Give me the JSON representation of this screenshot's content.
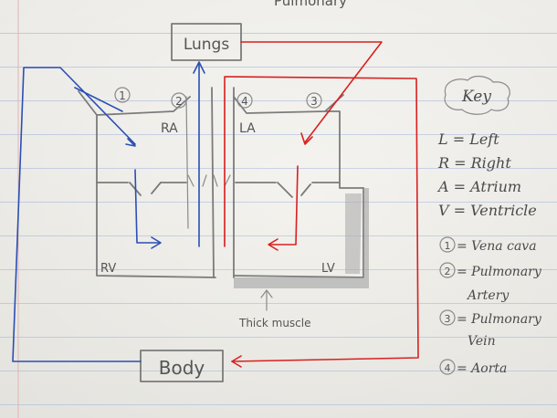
{
  "diagram": {
    "top_label_partial": "Pulmonary",
    "boxes": {
      "lungs": "Lungs",
      "body": "Body"
    },
    "chambers": {
      "ra": "RA",
      "la": "LA",
      "rv": "RV",
      "lv": "LV"
    },
    "vessel_numbers": [
      "1",
      "2",
      "4",
      "3"
    ],
    "annotation": "Thick muscle",
    "key": {
      "title": "Key",
      "entries": [
        "L = Left",
        "R = Right",
        "A = Atrium",
        "V = Ventricle"
      ],
      "vessels": [
        {
          "num": "1",
          "text": "= Vena cava"
        },
        {
          "num": "2",
          "text": "= Pulmonary"
        },
        {
          "num": "",
          "text": "Artery"
        },
        {
          "num": "3",
          "text": "= Pulmonary"
        },
        {
          "num": "",
          "text": "Vein"
        },
        {
          "num": "4",
          "text": "= Aorta"
        }
      ]
    },
    "colors": {
      "deoxygenated": "#2b4fb3",
      "oxygenated": "#d92020",
      "pencil": "#7b7b7b"
    }
  }
}
